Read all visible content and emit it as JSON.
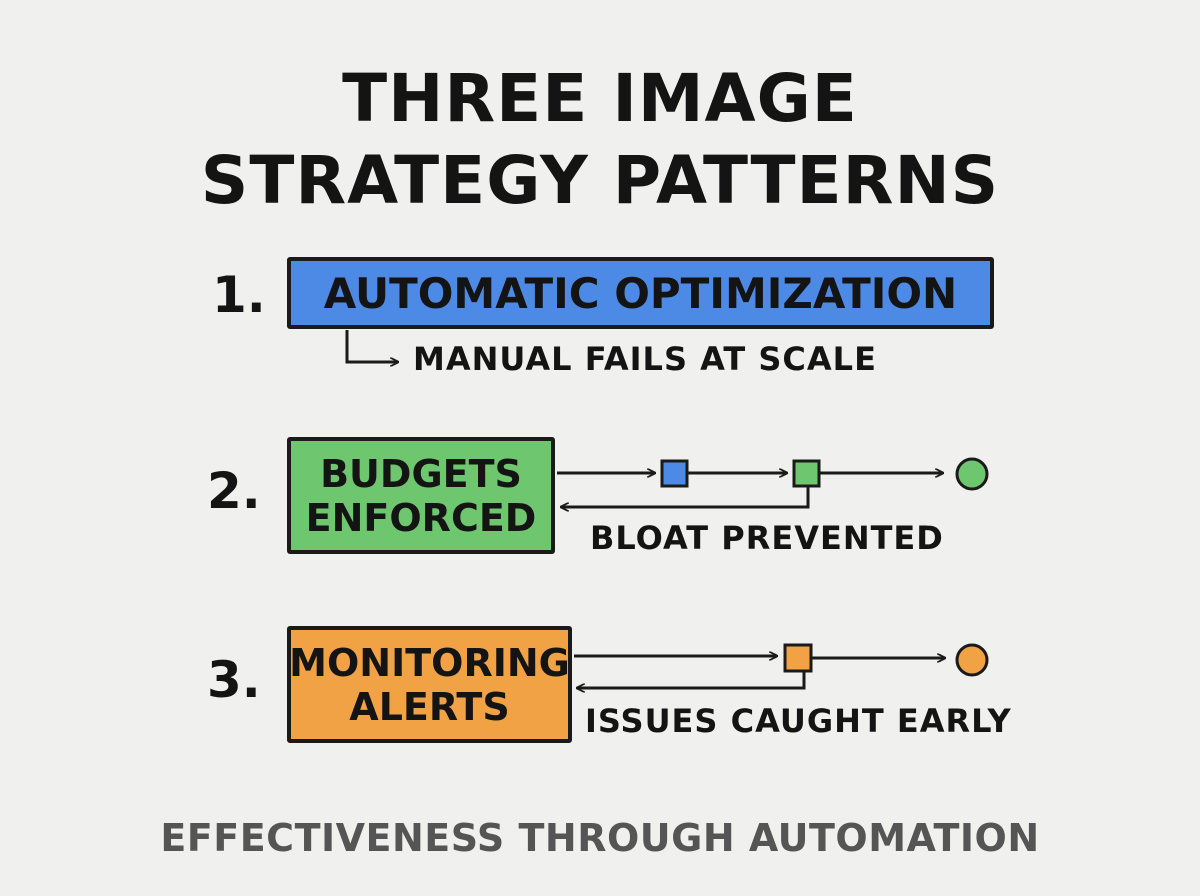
{
  "title": {
    "line1": "THREE IMAGE",
    "line2": "STRATEGY PATTERNS"
  },
  "patterns": [
    {
      "number": "1.",
      "label": "AUTOMATIC OPTIMIZATION",
      "note": "MANUAL FAILS AT SCALE",
      "color": "#4d8ae6"
    },
    {
      "number": "2.",
      "label_line1": "BUDGETS",
      "label_line2": "ENFORCED",
      "note": "BLOAT PREVENTED",
      "color": "#6ec66e",
      "node_colors": [
        "#4d8ae6",
        "#6ec66e",
        "#6ec66e"
      ]
    },
    {
      "number": "3.",
      "label_line1": "MONITORING",
      "label_line2": "ALERTS",
      "note": "ISSUES CAUGHT EARLY",
      "color": "#f0a245",
      "node_colors": [
        "#f0a245",
        "#f0a245"
      ]
    }
  ],
  "footer": "EFFECTIVENESS THROUGH AUTOMATION"
}
